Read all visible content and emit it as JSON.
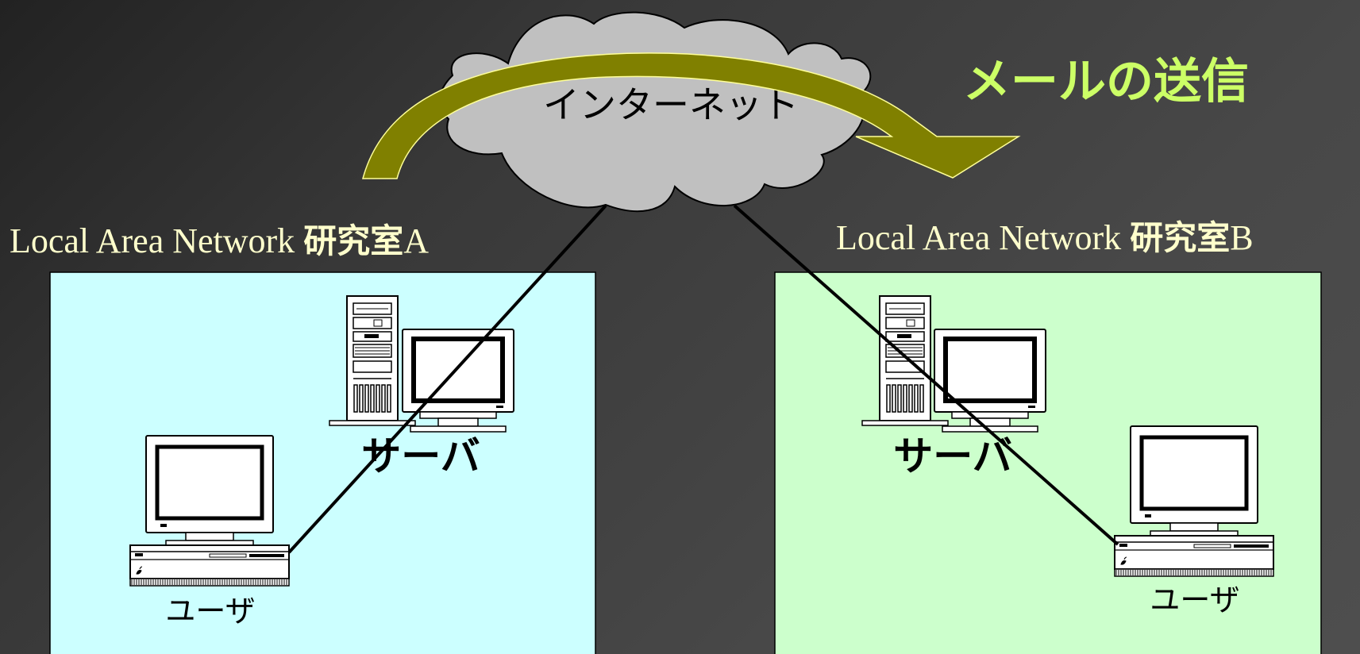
{
  "internet": {
    "label": "インターネット"
  },
  "mail": {
    "label": "メールの送信"
  },
  "lan_a": {
    "title_prefix": "Local Area Network ",
    "title_name": "研究室",
    "title_suffix": "A",
    "server_label": "サーバ",
    "user_label": "ユーザ",
    "fill": "#ccffff"
  },
  "lan_b": {
    "title_prefix": "Local Area Network ",
    "title_name": "研究室",
    "title_suffix": "B",
    "server_label": "サーバ",
    "user_label": "ユーザ",
    "fill": "#ccffcc"
  },
  "colors": {
    "arrow": "#808000",
    "mail_text": "#ccff66",
    "lan_title_text": "#ffffcc",
    "cloud": "#c0c0c0"
  },
  "icons": [
    "cloud-icon",
    "curved-arrow-icon",
    "server-tower-icon",
    "monitor-icon",
    "desktop-computer-icon"
  ]
}
